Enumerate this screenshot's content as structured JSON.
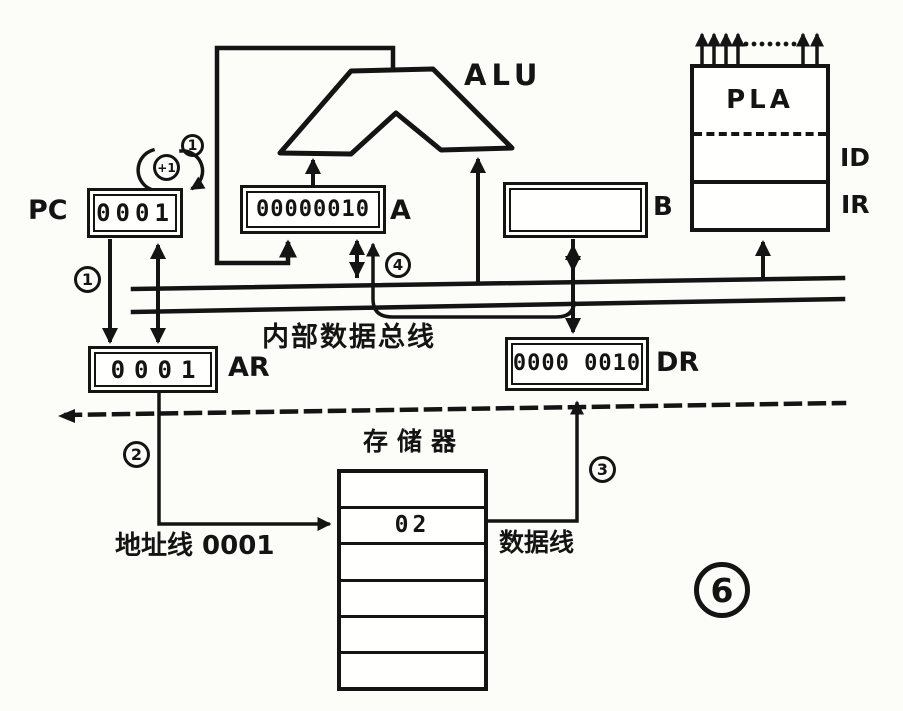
{
  "figure": {
    "number": "6",
    "alu": {
      "label": "ALU"
    },
    "pla": {
      "title": "PLA",
      "id_label": "ID",
      "ir_label": "IR"
    },
    "registers": {
      "pc": {
        "name": "PC",
        "value": "0001"
      },
      "a": {
        "name": "A",
        "value": "00000010"
      },
      "b": {
        "name": "B",
        "value": ""
      },
      "ar": {
        "name": "AR",
        "value": "0001"
      },
      "dr": {
        "name": "DR",
        "value": "0000 0010"
      }
    },
    "bus": {
      "label": "内部数据总线"
    },
    "memory": {
      "title": "存储器",
      "cells": [
        "",
        "02",
        "",
        "",
        "",
        ""
      ]
    },
    "external_lines": {
      "address_label": "地址线 0001",
      "data_label": "数据线"
    },
    "steps": {
      "step1": "1",
      "step1_alt": "1",
      "increment": "+1",
      "step2": "2",
      "step3": "3",
      "step4": "4"
    },
    "colors": {
      "ink": "#141414",
      "paper": "#fcfcf9"
    }
  }
}
